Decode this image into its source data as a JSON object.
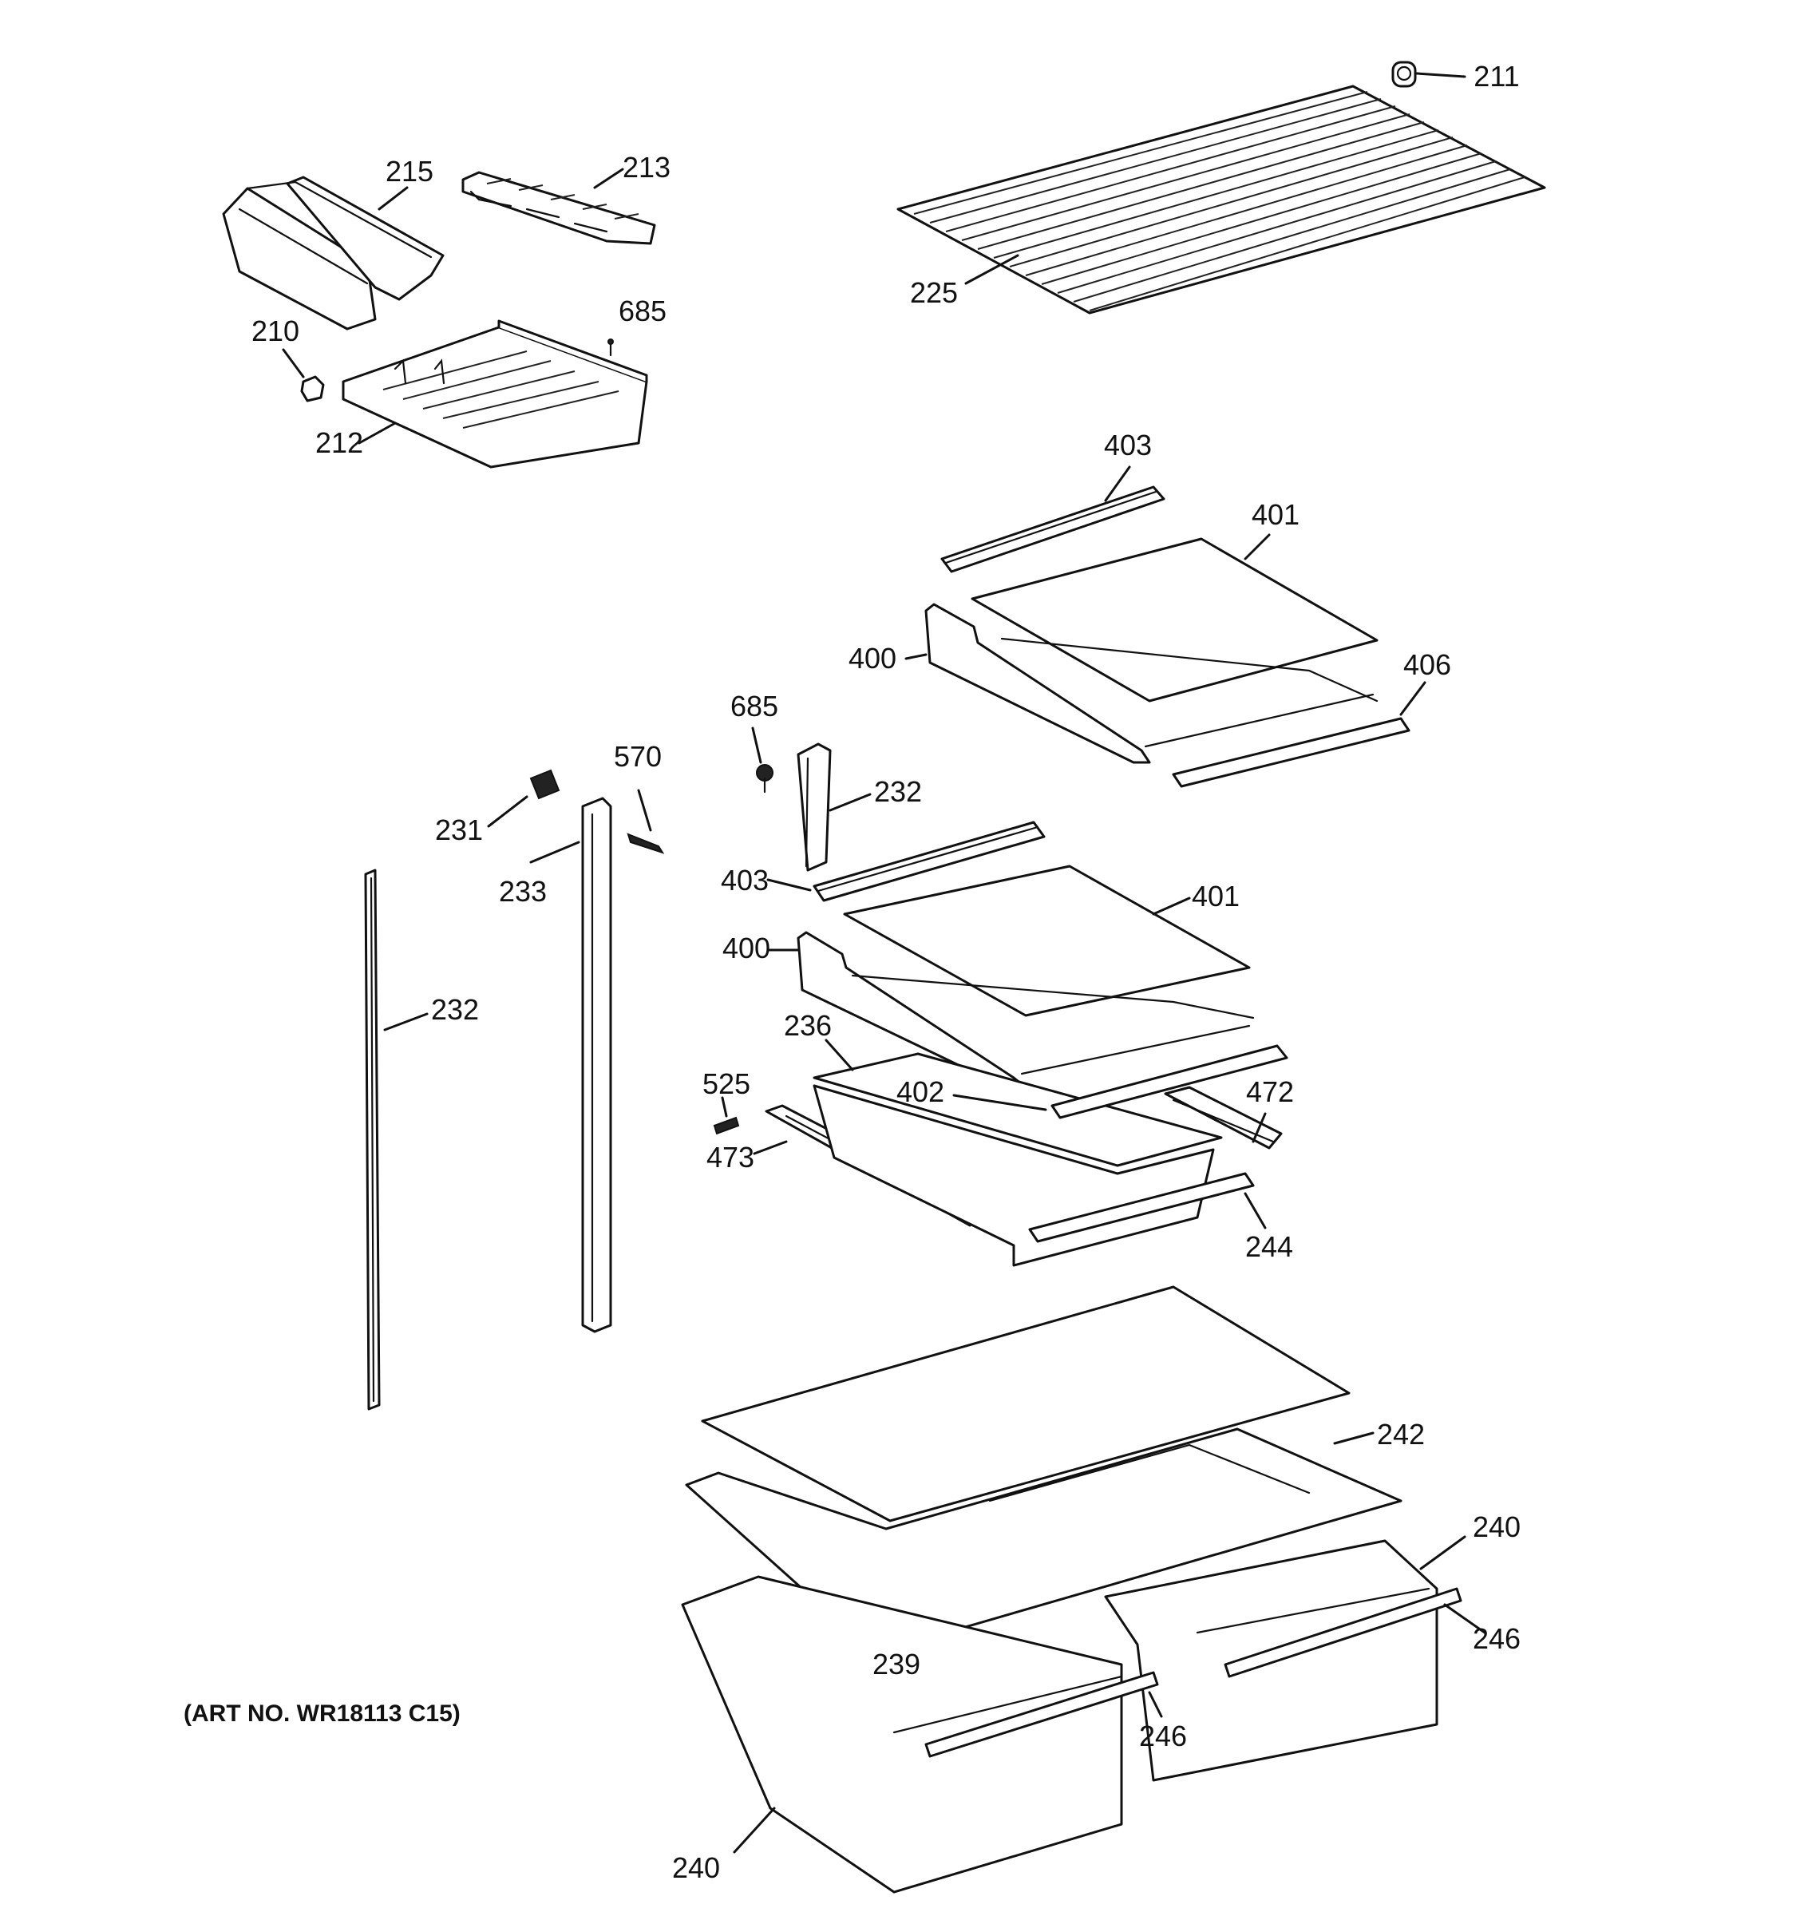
{
  "callouts": {
    "c211": "211",
    "c215": "215",
    "c213": "213",
    "c225": "225",
    "c685_top": "685",
    "c210": "210",
    "c212": "212",
    "c403_top": "403",
    "c401_top": "401",
    "c400_top": "400",
    "c406": "406",
    "c685_mid": "685",
    "c570": "570",
    "c232_mid": "232",
    "c231": "231",
    "c233": "233",
    "c403_mid": "403",
    "c401_mid": "401",
    "c400_mid": "400",
    "c232_left": "232",
    "c236": "236",
    "c402": "402",
    "c472": "472",
    "c525": "525",
    "c473": "473",
    "c244": "244",
    "c242": "242",
    "c240_right": "240",
    "c246_right": "246",
    "c239": "239",
    "c246_left": "246",
    "c240_left": "240"
  },
  "art_number": "(ART NO. WR18113 C15)"
}
